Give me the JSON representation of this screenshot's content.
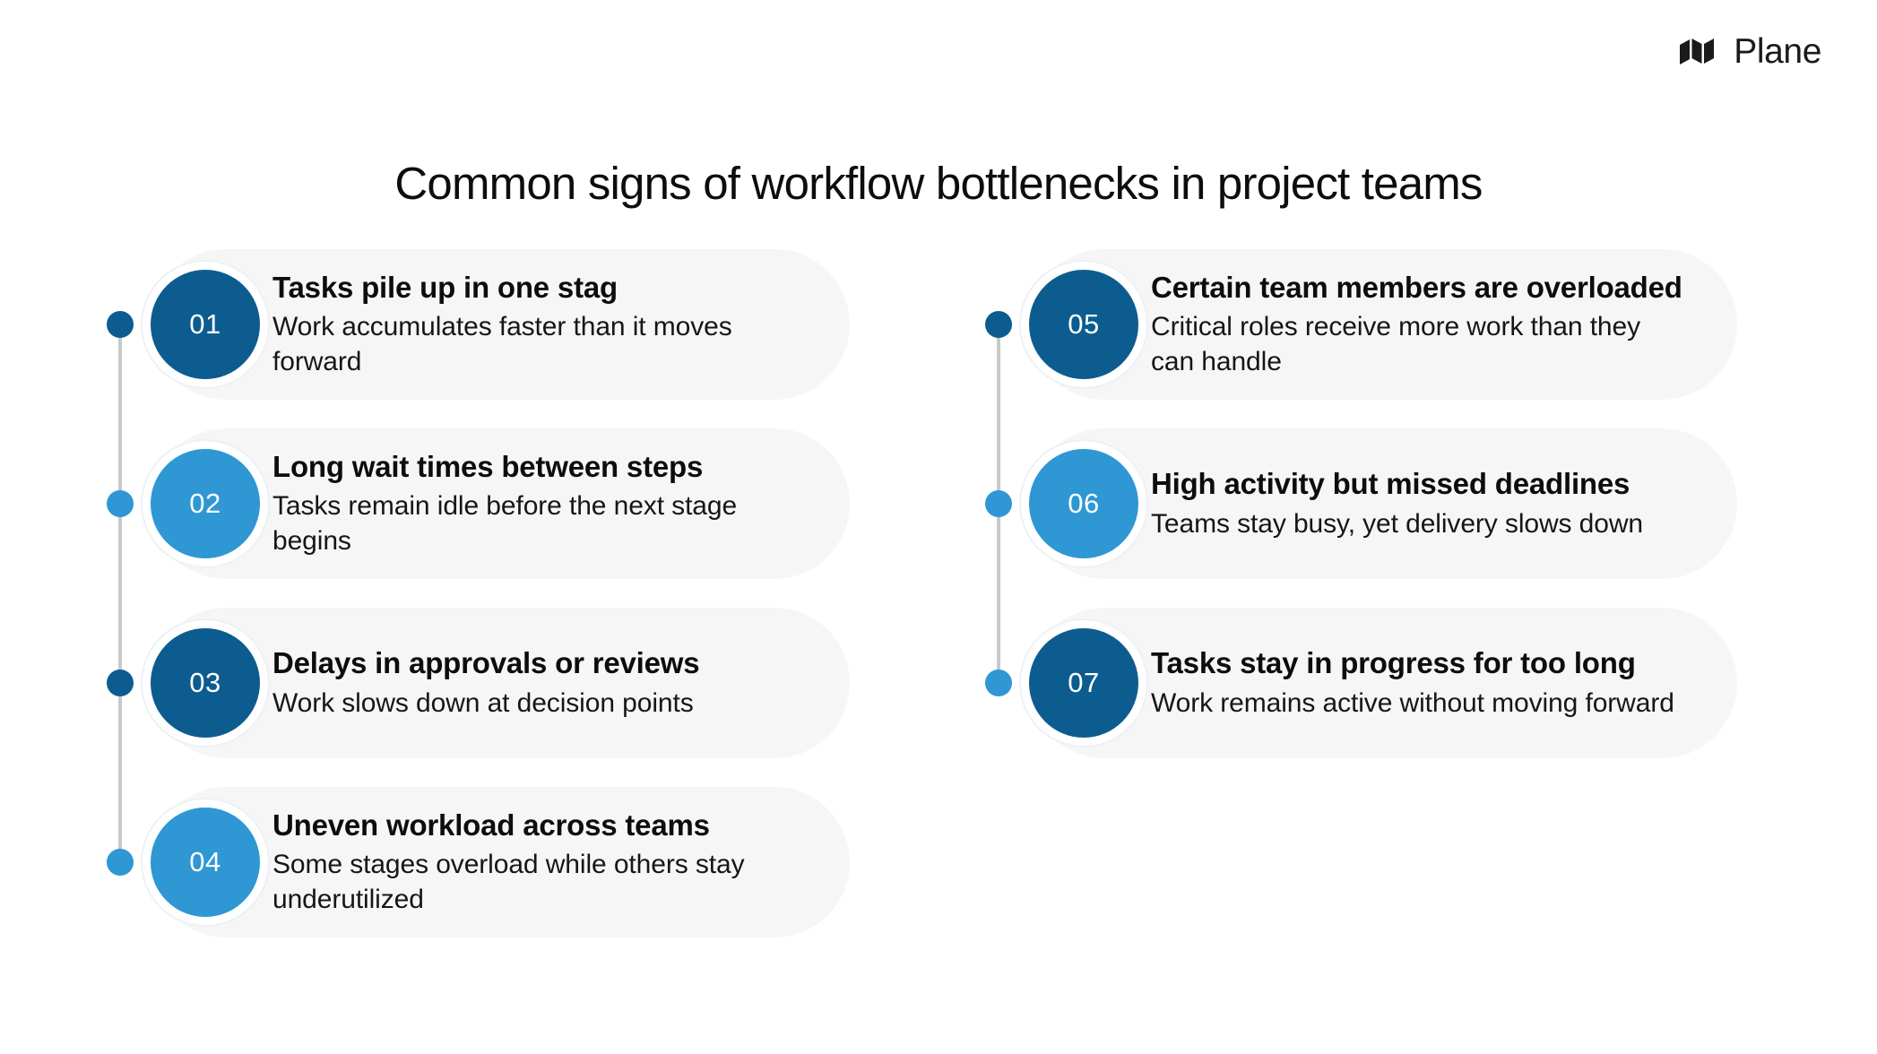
{
  "brand": {
    "name": "Plane",
    "logo_icon": "plane-logo-icon"
  },
  "title": "Common signs of workflow bottlenecks in project teams",
  "colors": {
    "dark_blue": "#0d5c8f",
    "light_blue": "#2e97d4",
    "card_background": "#f6f6f6",
    "rail_line": "#c9c9c9",
    "text": "#0d0d0d"
  },
  "columns": [
    {
      "name": "left-column",
      "items": [
        {
          "number": "01",
          "title": "Tasks pile up in one stag",
          "description": "Work accumulates faster than it moves forward",
          "color": "#0d5c8f"
        },
        {
          "number": "02",
          "title": "Long wait times between steps",
          "description": "Tasks remain idle before the next stage begins",
          "color": "#2e97d4"
        },
        {
          "number": "03",
          "title": "Delays in approvals or reviews",
          "description": "Work slows down at decision points",
          "color": "#0d5c8f"
        },
        {
          "number": "04",
          "title": "Uneven workload across teams",
          "description": "Some stages overload while others stay underutilized",
          "color": "#2e97d4"
        }
      ]
    },
    {
      "name": "right-column",
      "items": [
        {
          "number": "05",
          "title": "Certain team members are overloaded",
          "description": "Critical roles receive more work than they can handle",
          "color": "#0d5c8f"
        },
        {
          "number": "06",
          "title": "High activity but missed deadlines",
          "description": "Teams stay busy, yet delivery slows down",
          "color": "#2e97d4"
        },
        {
          "number": "07",
          "title": "Tasks stay in progress for too long",
          "description": "Work remains active without moving forward",
          "color": "#0d5c8f"
        }
      ]
    }
  ]
}
